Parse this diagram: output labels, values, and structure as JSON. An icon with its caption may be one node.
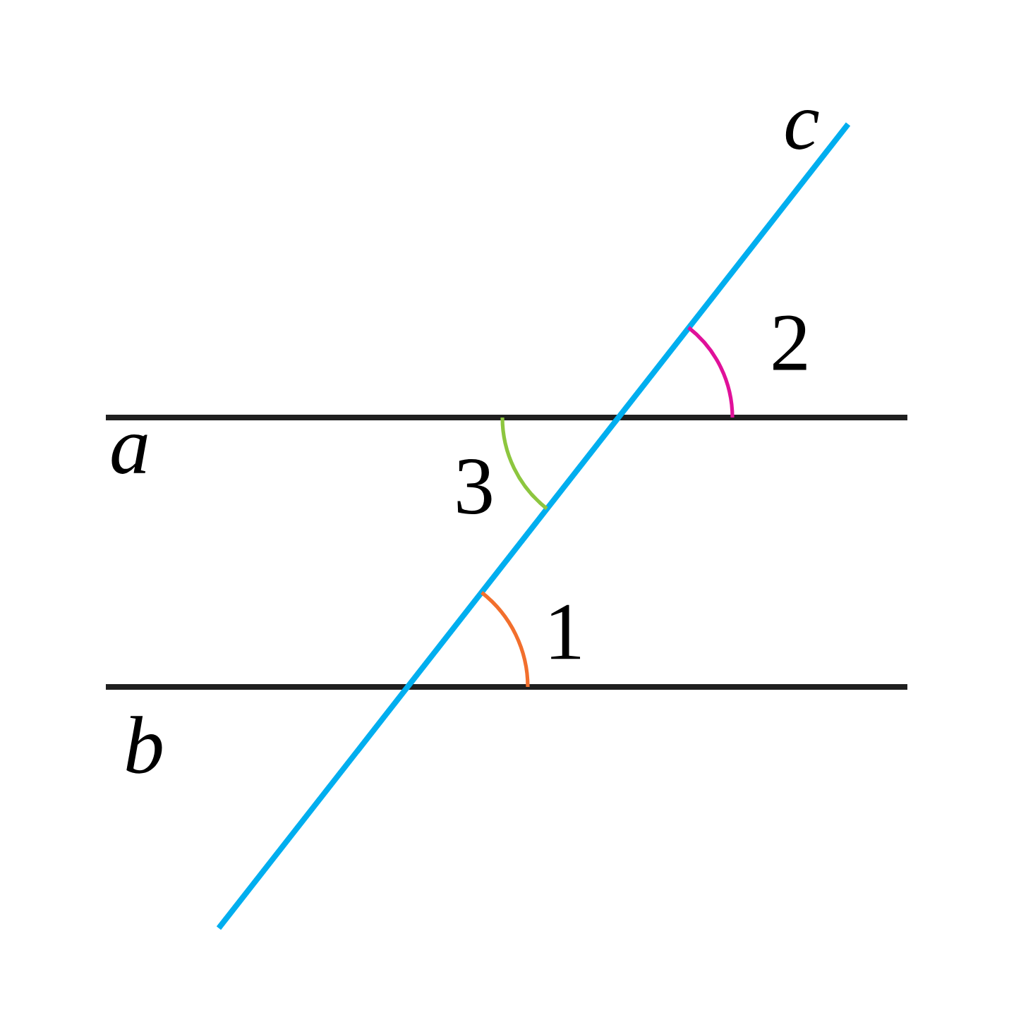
{
  "diagram": {
    "labels": [
      "c",
      "2",
      "a",
      "3",
      "1",
      "b"
    ]
  }
}
